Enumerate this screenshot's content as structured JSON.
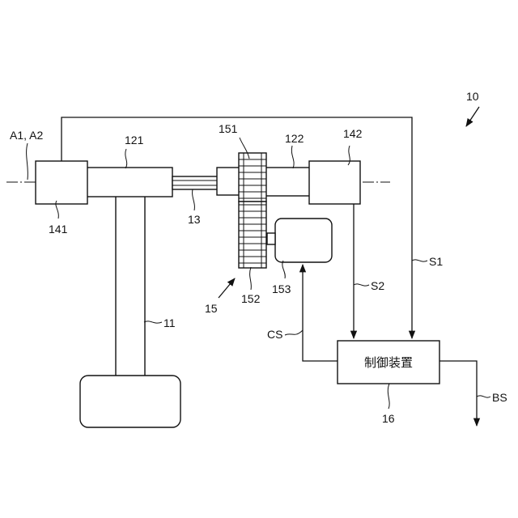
{
  "labels": {
    "fig_ref": "10",
    "axis": "A1, A2",
    "base": "11",
    "arm_left": "121",
    "arm_right": "122",
    "shaft": "13",
    "joint_left": "141",
    "joint_right": "142",
    "reducer": "15",
    "gear_large": "151",
    "gear_small": "152",
    "motor": "153",
    "controller_ref": "16",
    "signal_s1": "S1",
    "signal_s2": "S2",
    "signal_cs": "CS",
    "signal_bs": "BS"
  },
  "controller": {
    "label": "制御装置"
  }
}
